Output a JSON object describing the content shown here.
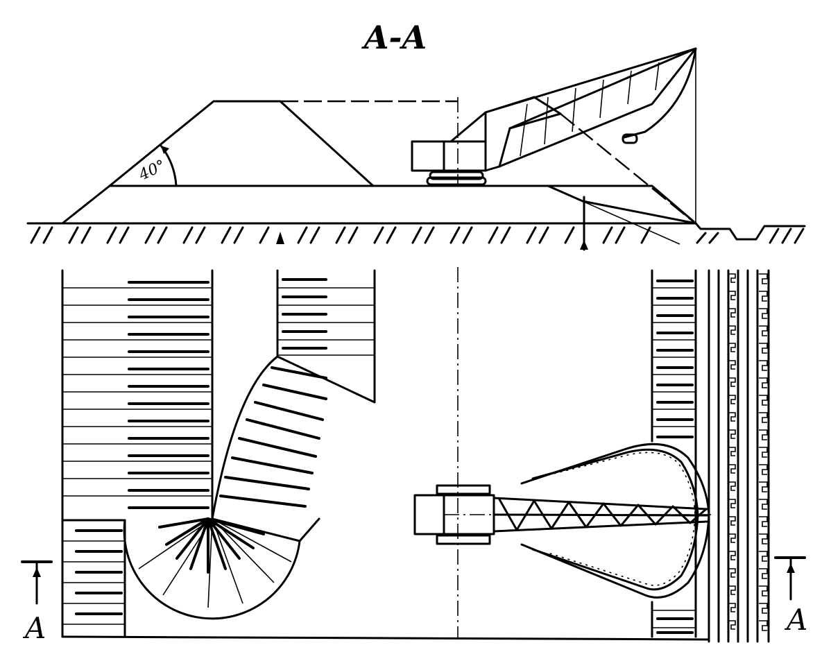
{
  "title": "A-A",
  "angle_label": "40°",
  "section_marker_left": "A",
  "section_marker_right": "A"
}
